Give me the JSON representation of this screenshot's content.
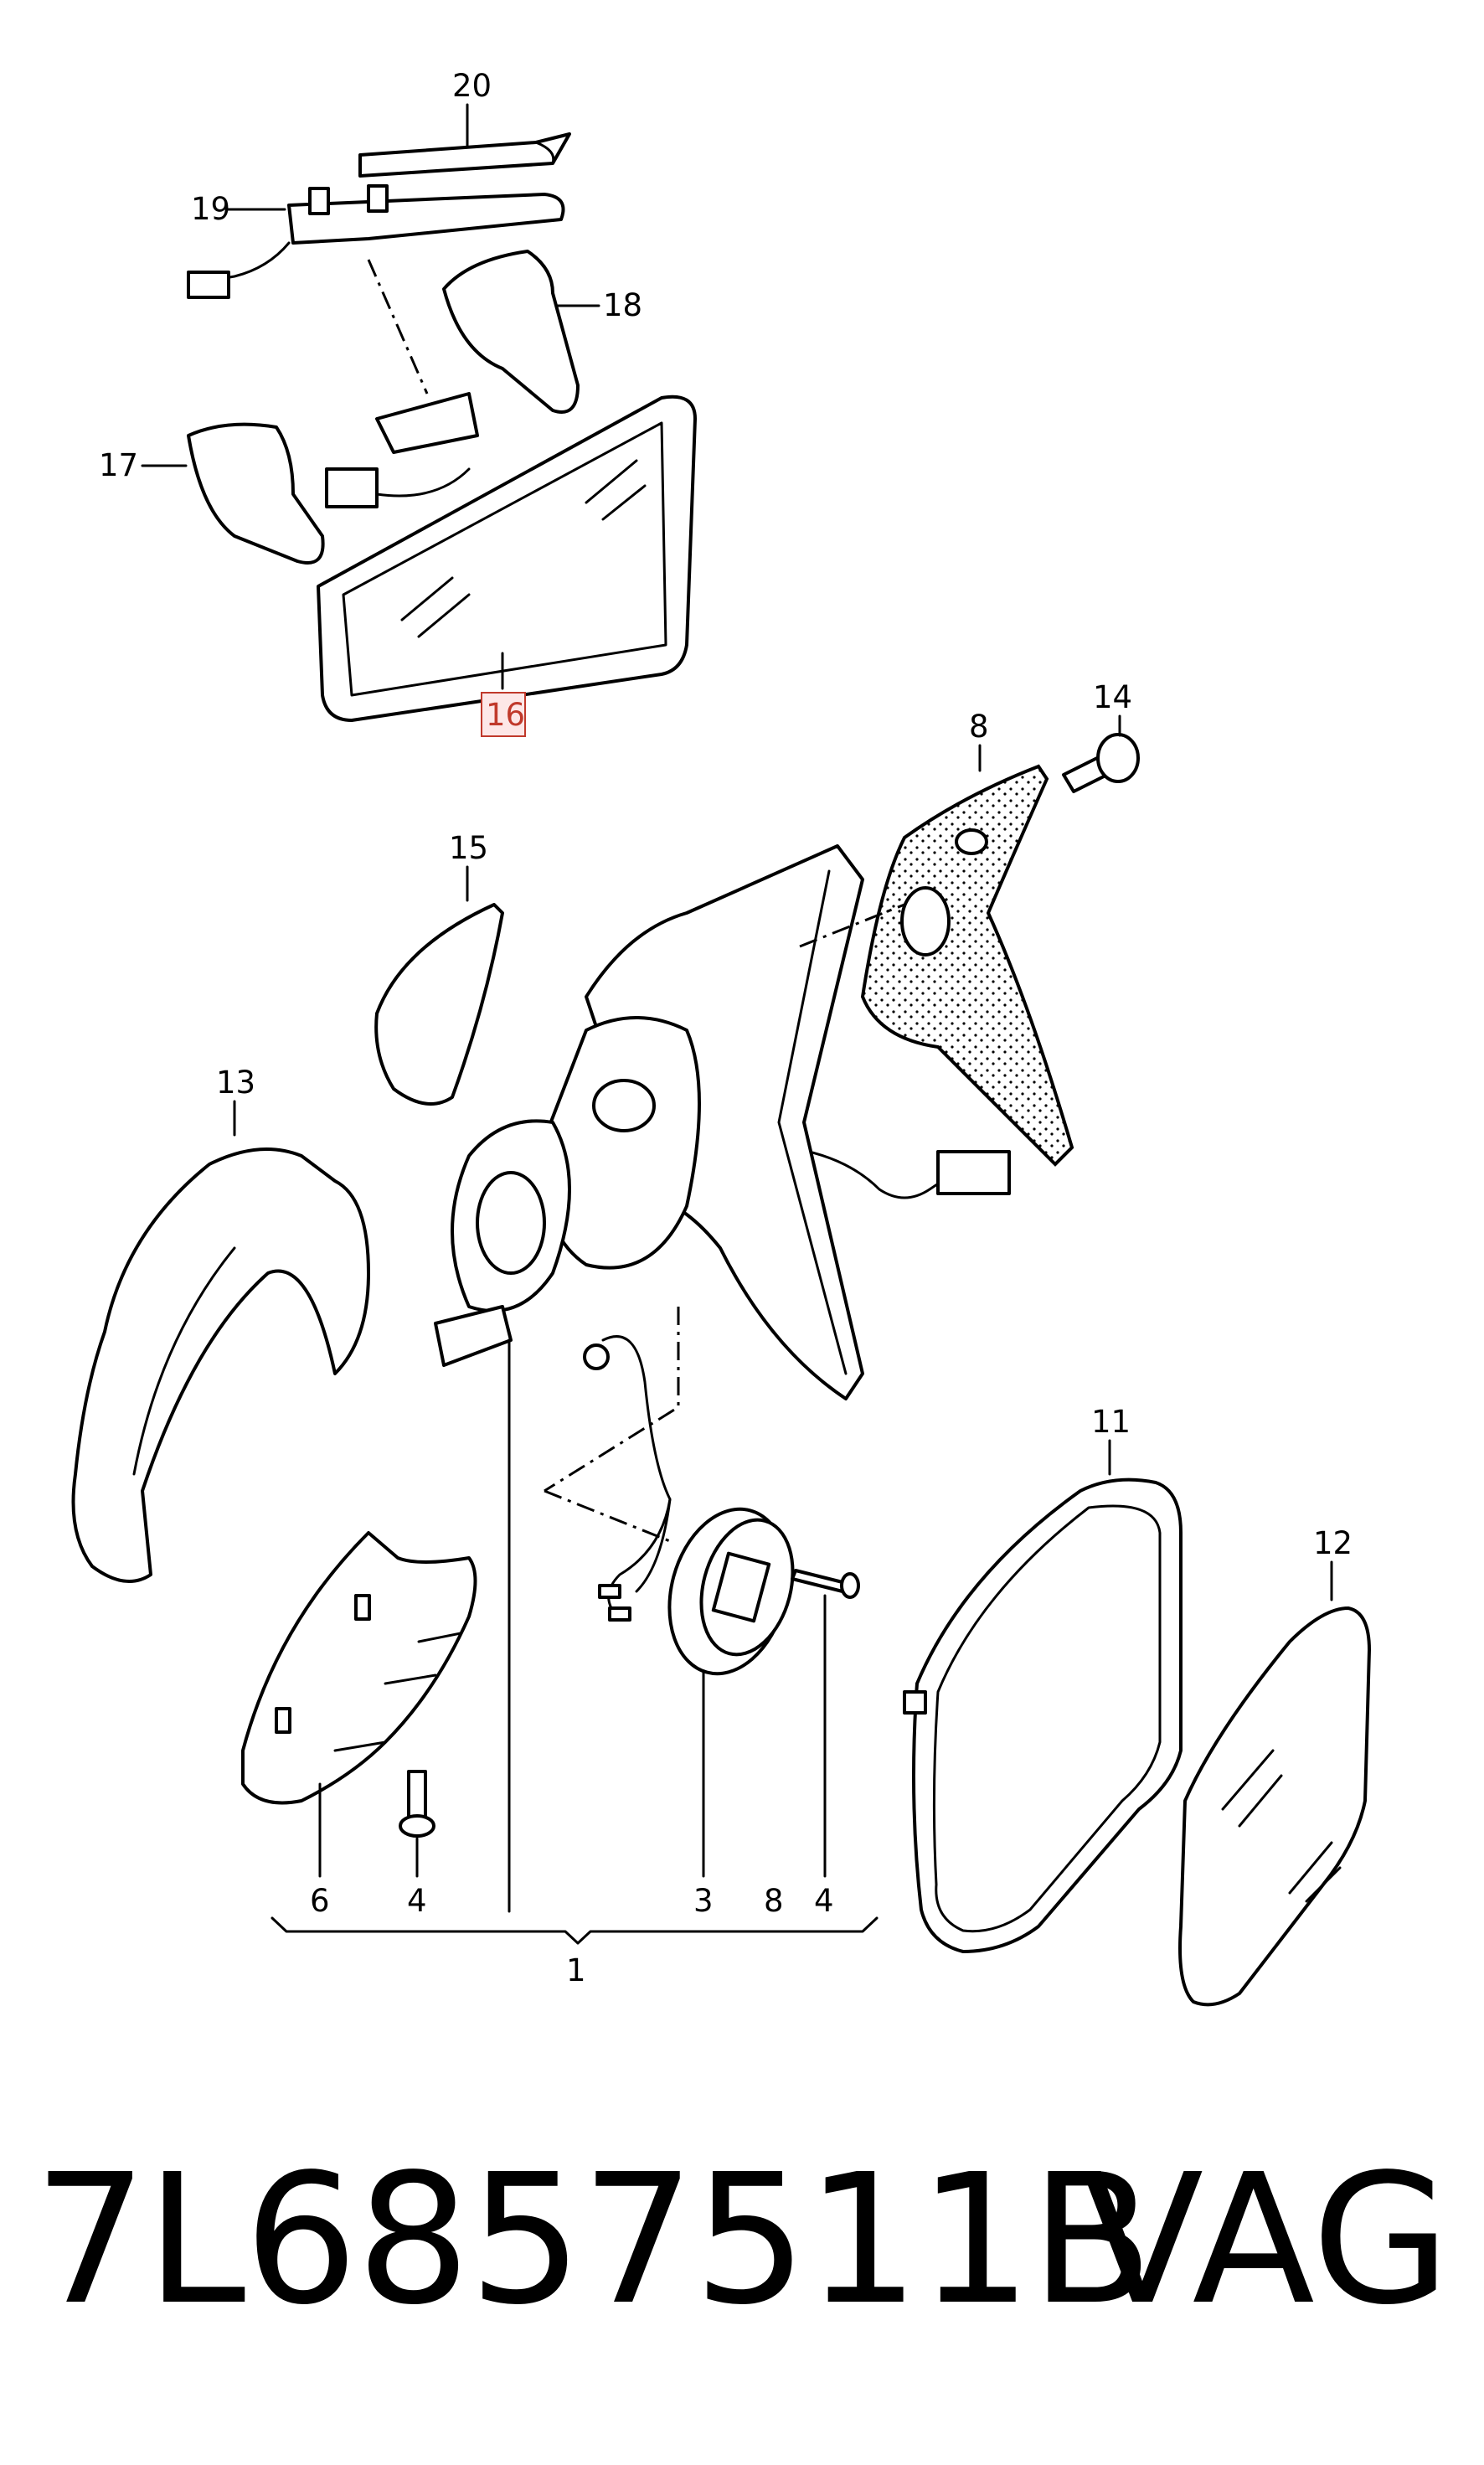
{
  "callouts": {
    "c1": "1",
    "c3": "3",
    "c4a": "4",
    "c4b": "4",
    "c6": "6",
    "c8a": "8",
    "c8b": "8",
    "c11": "11",
    "c12": "12",
    "c13": "13",
    "c14": "14",
    "c15": "15",
    "c16": "16",
    "c17": "17",
    "c18": "18",
    "c19": "19",
    "c20": "20"
  },
  "highlight": {
    "color": "#c0392b"
  },
  "footer": {
    "part_number": "7L6857511B",
    "brand": "VAG"
  },
  "icons": [
    "connector-plug-icon",
    "bolt-icon",
    "screw-icon"
  ]
}
